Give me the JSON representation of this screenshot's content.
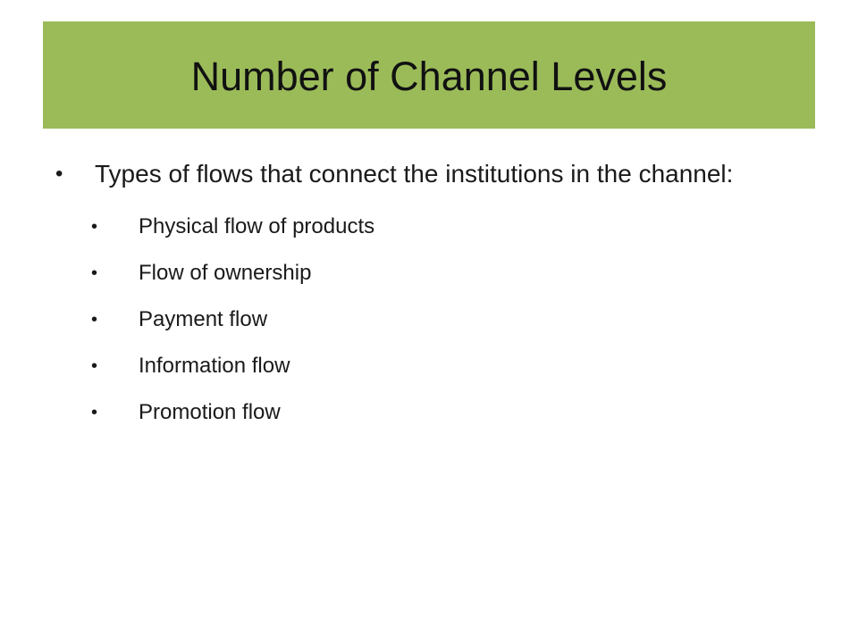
{
  "slide": {
    "title": "Number of Channel Levels",
    "colors": {
      "title_bar": "#9bbb59",
      "text": "#1a1a1a"
    },
    "bullets": [
      {
        "text": "Types of flows that connect the institutions in the channel:",
        "sub_bullets": [
          {
            "text": "Physical flow of products"
          },
          {
            "text": "Flow of ownership"
          },
          {
            "text": "Payment flow"
          },
          {
            "text": "Information flow"
          },
          {
            "text": "Promotion flow"
          }
        ]
      }
    ]
  }
}
